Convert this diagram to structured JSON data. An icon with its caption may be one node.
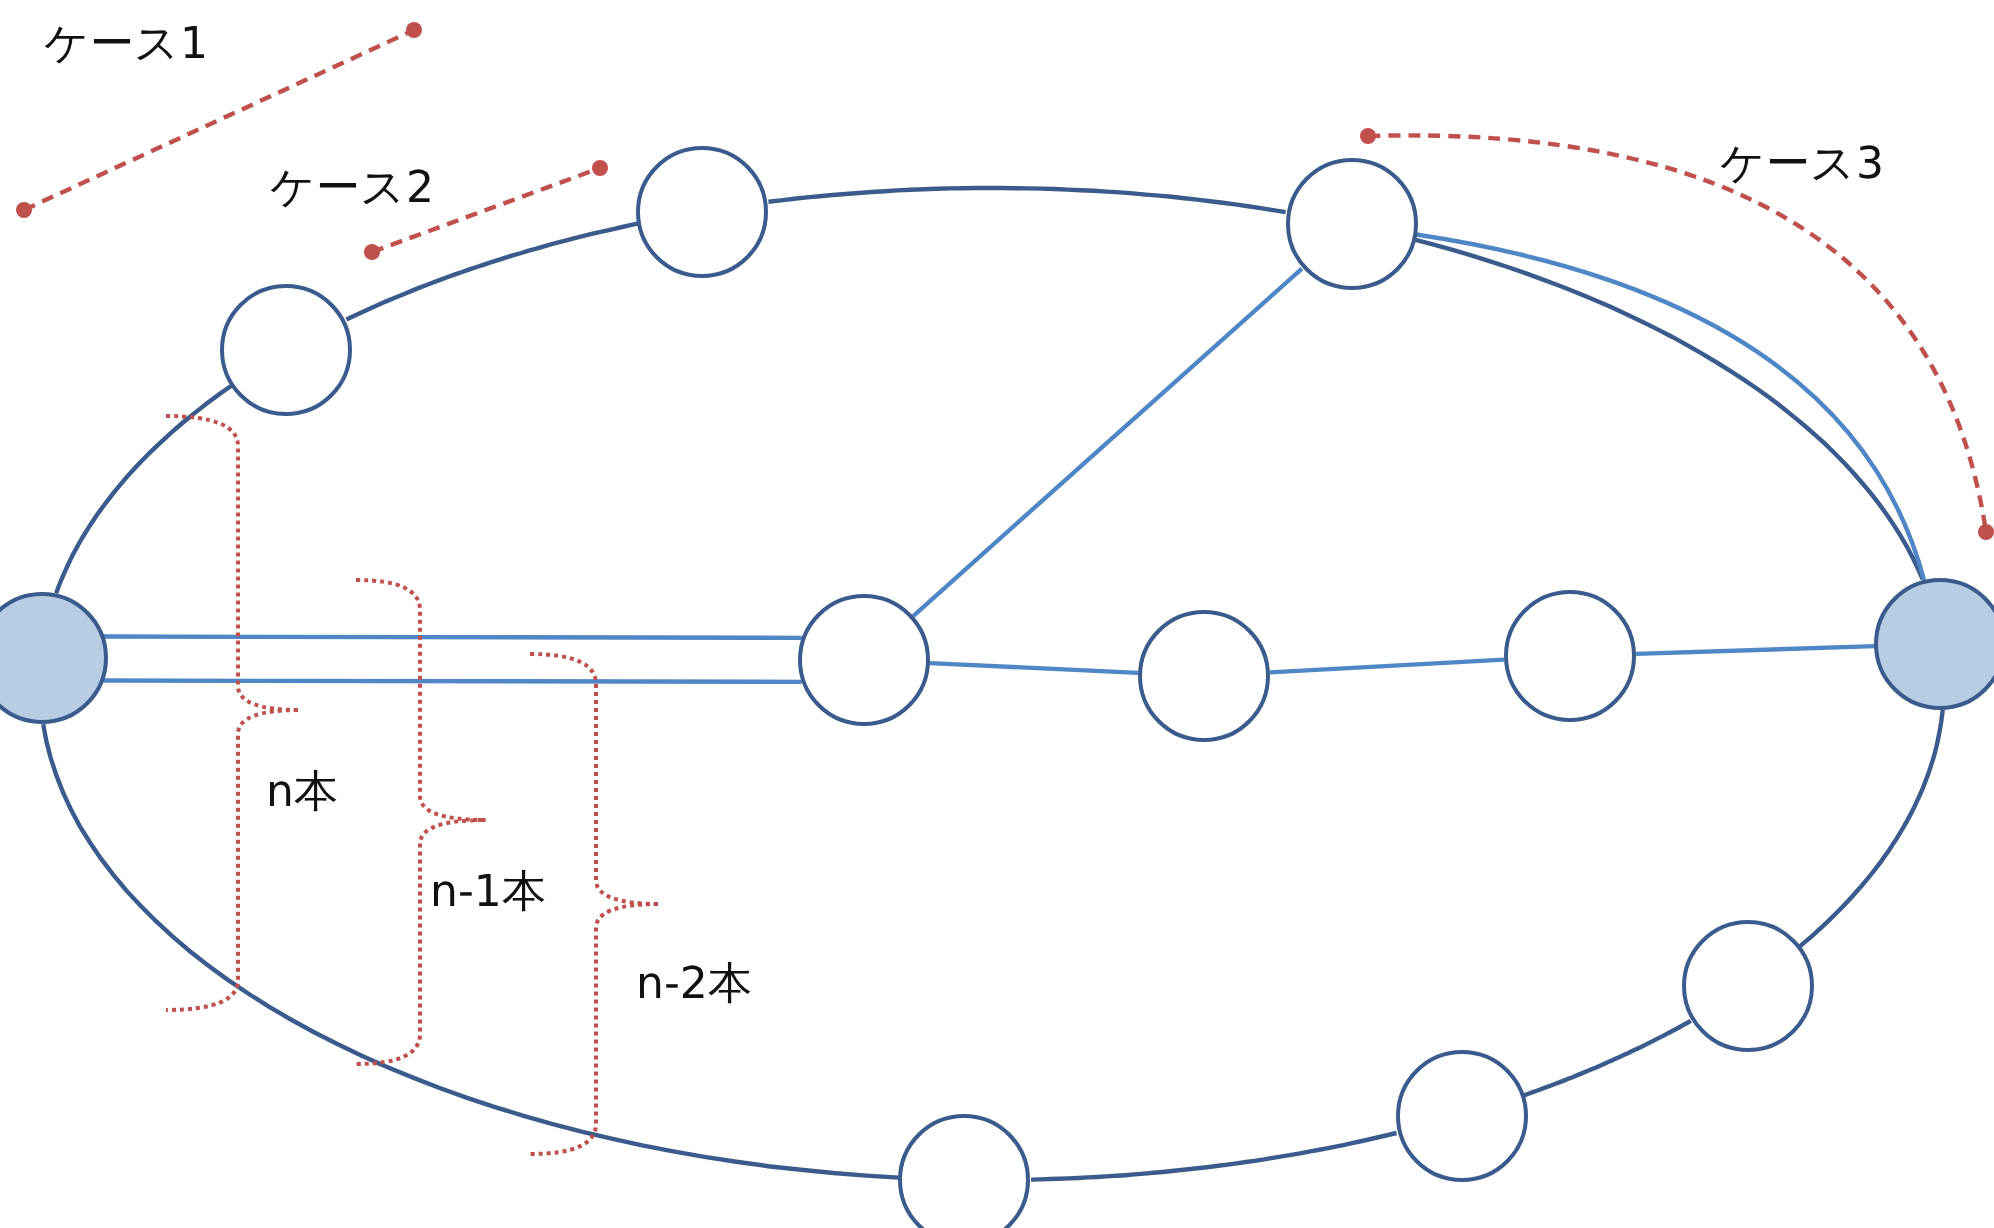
{
  "diagram": {
    "nodes": [
      {
        "text": [],
        "shape": "circle"
      },
      {
        "text": [],
        "shape": "circle"
      },
      {
        "text": [],
        "shape": "circle"
      },
      {
        "text": [],
        "shape": "circle"
      },
      {
        "text": [],
        "shape": "circle"
      },
      {
        "text": [],
        "shape": "circle"
      },
      {
        "text": [],
        "shape": "circle"
      },
      {
        "text": [],
        "shape": "circle"
      },
      {
        "text": [],
        "shape": "circle"
      },
      {
        "text": [],
        "shape": "circle"
      },
      {
        "text": [],
        "shape": "circle"
      }
    ],
    "edges": [
      {
        "from": 0,
        "to": 1,
        "arrow": "none"
      },
      {
        "from": 1,
        "to": 2,
        "arrow": "none"
      },
      {
        "from": 2,
        "to": 6,
        "arrow": "none"
      },
      {
        "from": 6,
        "to": 10,
        "arrow": "none"
      },
      {
        "from": 10,
        "to": 9,
        "arrow": "none"
      },
      {
        "from": 9,
        "to": 7,
        "arrow": "none"
      },
      {
        "from": 7,
        "to": 4,
        "arrow": "none"
      },
      {
        "from": 4,
        "to": 0,
        "arrow": "none"
      },
      {
        "from": 0,
        "to": 3,
        "arrow": "none",
        "color": "#4f86c6"
      },
      {
        "from": 0,
        "to": 3,
        "arrow": "none",
        "color": "#4f86c6"
      },
      {
        "from": 3,
        "to": 6,
        "arrow": "none",
        "color": "#4f86c6"
      },
      {
        "from": 3,
        "to": 5,
        "arrow": "none",
        "color": "#4f86c6"
      },
      {
        "from": 5,
        "to": 8,
        "arrow": "none",
        "color": "#4f86c6"
      },
      {
        "from": 8,
        "to": 10,
        "arrow": "none",
        "color": "#4f86c6"
      },
      {
        "from": 6,
        "to": 10,
        "arrow": "none",
        "color": "#4f86c6"
      }
    ],
    "labels": [
      "ケース1",
      "ケース2",
      "ケース3",
      "n本",
      "n-1本",
      "n-2本"
    ]
  }
}
